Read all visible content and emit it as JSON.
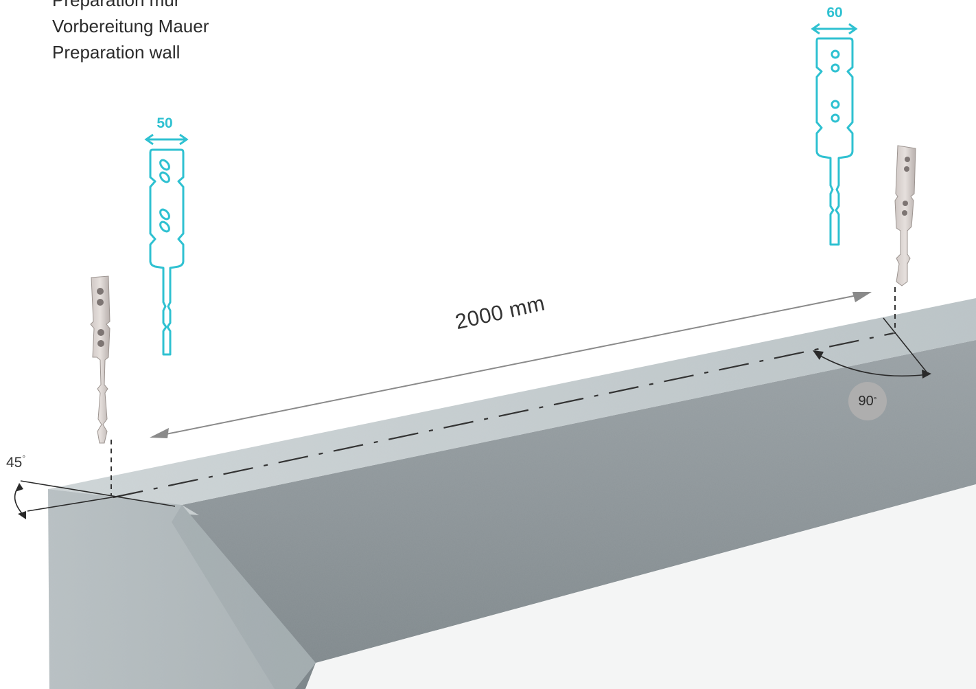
{
  "caption": {
    "line_fr": "Préparation  mur",
    "line_de": "Vorbereitung Mauer",
    "line_en": "Preparation wall"
  },
  "anchor_left": {
    "width_label": "50"
  },
  "anchor_right": {
    "width_label": "60"
  },
  "spacing": {
    "label": "2000 mm"
  },
  "angles": {
    "left_label": "45",
    "right_label": "90",
    "degree_symbol": "°"
  },
  "colors": {
    "accent": "#2fc1d1",
    "concrete_top": "#c8cfd1",
    "concrete_side": "#8f979b",
    "dimension_line": "#8a8a8a",
    "badge": "#aeaeae"
  }
}
